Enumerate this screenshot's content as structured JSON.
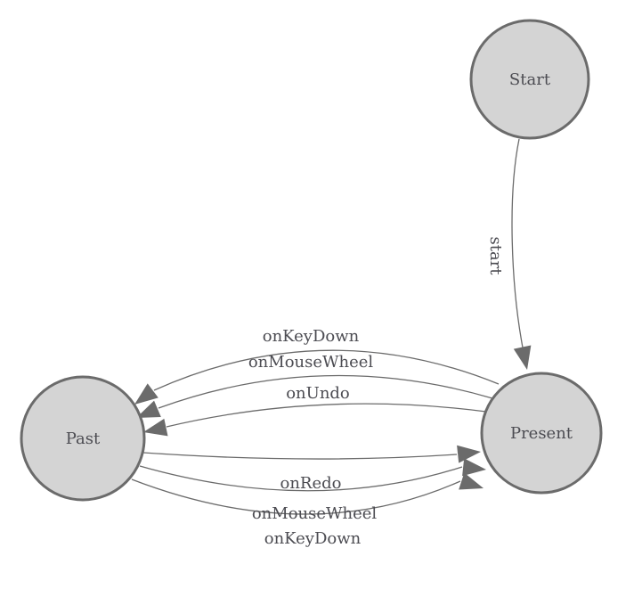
{
  "diagram": {
    "type": "state-machine",
    "background_color": "#ffffff",
    "node_fill_color": "#d4d4d4",
    "node_stroke_color": "#6b6b6b",
    "edge_color": "#6b6b6b",
    "label_color": "#4c4c52",
    "nodes": [
      {
        "id": "start",
        "label": "Start"
      },
      {
        "id": "present",
        "label": "Present"
      },
      {
        "id": "past",
        "label": "Past"
      }
    ],
    "edges": [
      {
        "from": "Start",
        "to": "Present",
        "label": "start"
      },
      {
        "from": "Present",
        "to": "Past",
        "label": "onKeyDown"
      },
      {
        "from": "Present",
        "to": "Past",
        "label": "onMouseWheel"
      },
      {
        "from": "Present",
        "to": "Past",
        "label": "onUndo"
      },
      {
        "from": "Past",
        "to": "Present",
        "label": "onRedo"
      },
      {
        "from": "Past",
        "to": "Present",
        "label": "onMouseWheel"
      },
      {
        "from": "Past",
        "to": "Present",
        "label": "onKeyDown"
      }
    ]
  }
}
